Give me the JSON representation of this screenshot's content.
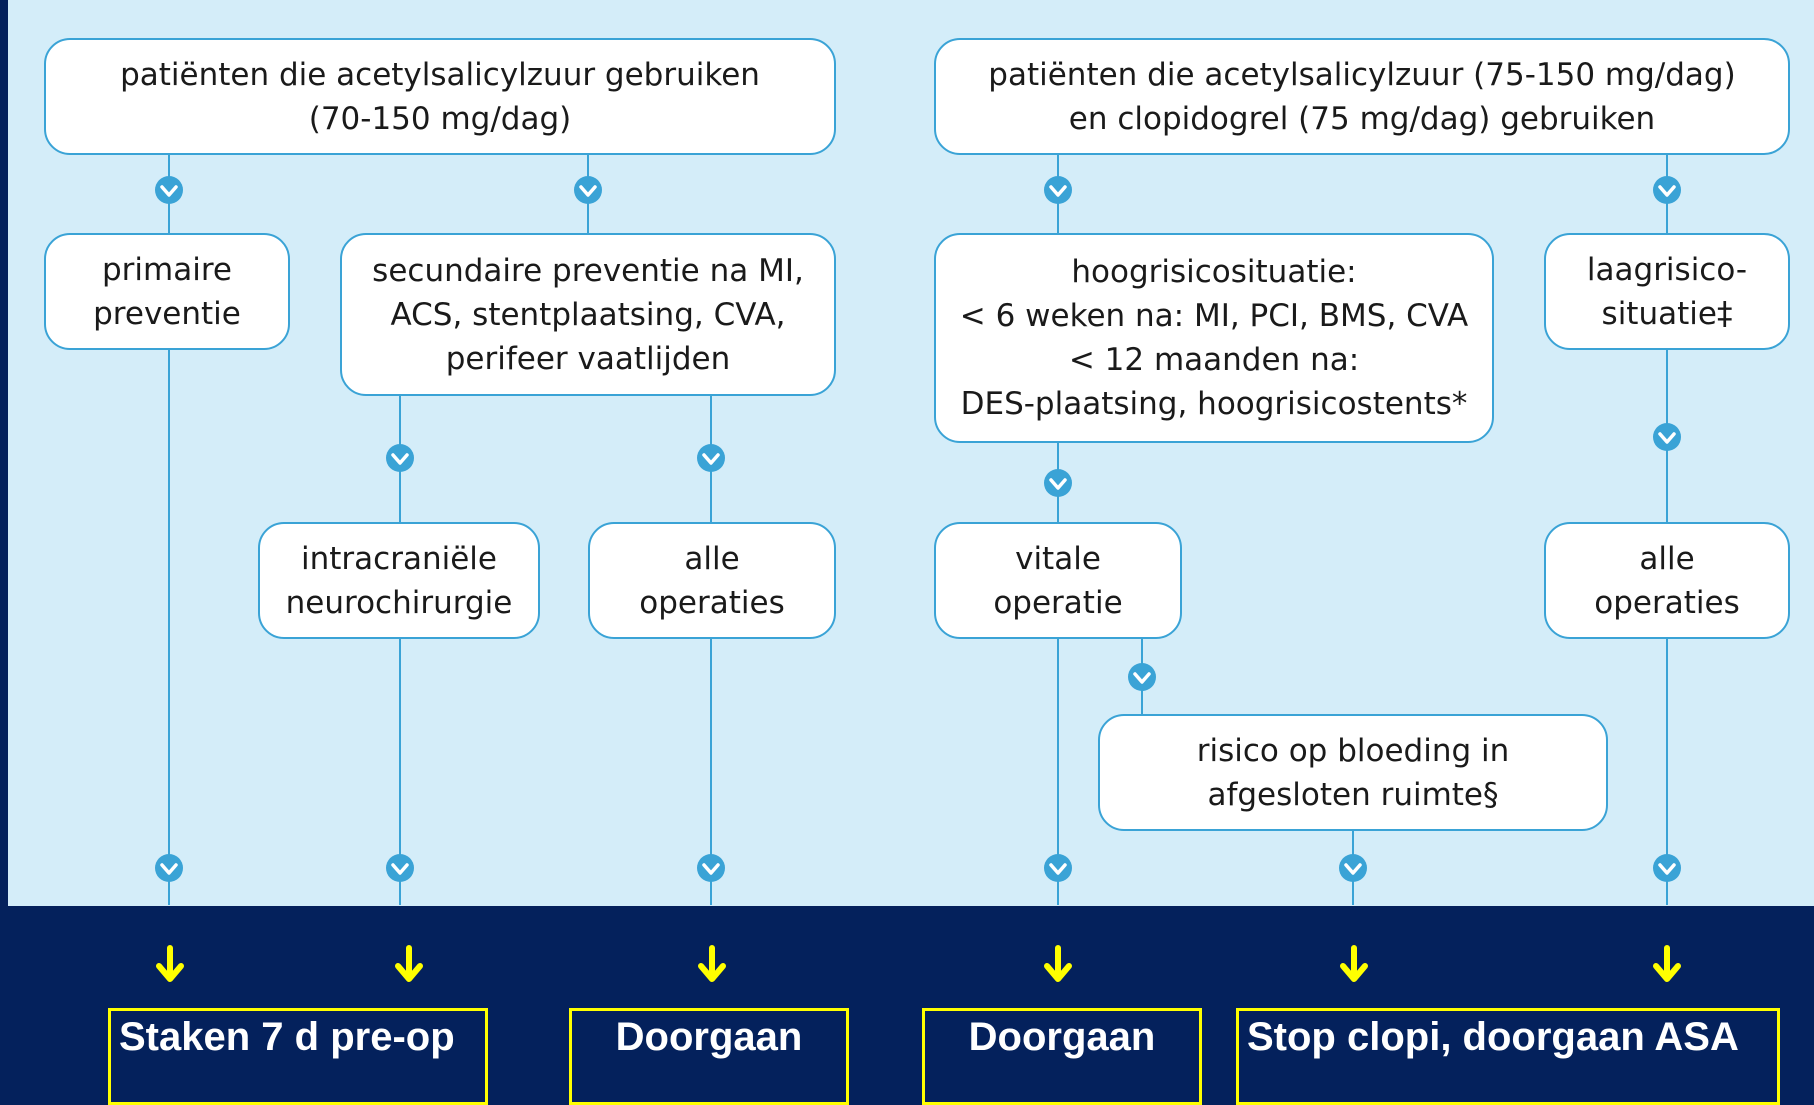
{
  "colors": {
    "background": "#04215c",
    "panel": "#d4edf9",
    "connector": "#3aa3d6",
    "node_border": "#3aa3d6",
    "node_fill": "#ffffff",
    "outcome_border": "#ffff00",
    "outcome_arrow": "#ffff00",
    "outcome_text": "#ffffff"
  },
  "nodes": {
    "asa_patients": "patiënten die acetylsalicylzuur gebruiken\n(70-150 mg/dag)",
    "dual_patients": "patiënten die acetylsalicylzuur (75-150 mg/dag)\nen clopidogrel (75 mg/dag) gebruiken",
    "primary_prevention": "primaire\npreventie",
    "secondary_prevention": "secundaire preventie na MI,\nACS, stentplaatsing, CVA,\nperifeer vaatlijden",
    "high_risk": "hoogrisicosituatie:\n< 6 weken na: MI, PCI, BMS, CVA\n< 12 maanden na:\nDES-plaatsing, hoogrisicostents*",
    "low_risk": "laagrisico-\nsituatie‡",
    "intracranial": "intracraniële\nneurochirurgie",
    "all_operations_left": "alle\noperaties",
    "vital_operation": "vitale\noperatie",
    "all_operations_right": "alle\noperaties",
    "bleeding_risk": "risico op bloeding in\nafgesloten ruimte§"
  },
  "outcomes": {
    "stop_7d": "Staken 7 d pre-op",
    "continue_1": "Doorgaan",
    "continue_2": "Doorgaan",
    "stop_clopi": "Stop clopi, doorgaan ASA"
  }
}
